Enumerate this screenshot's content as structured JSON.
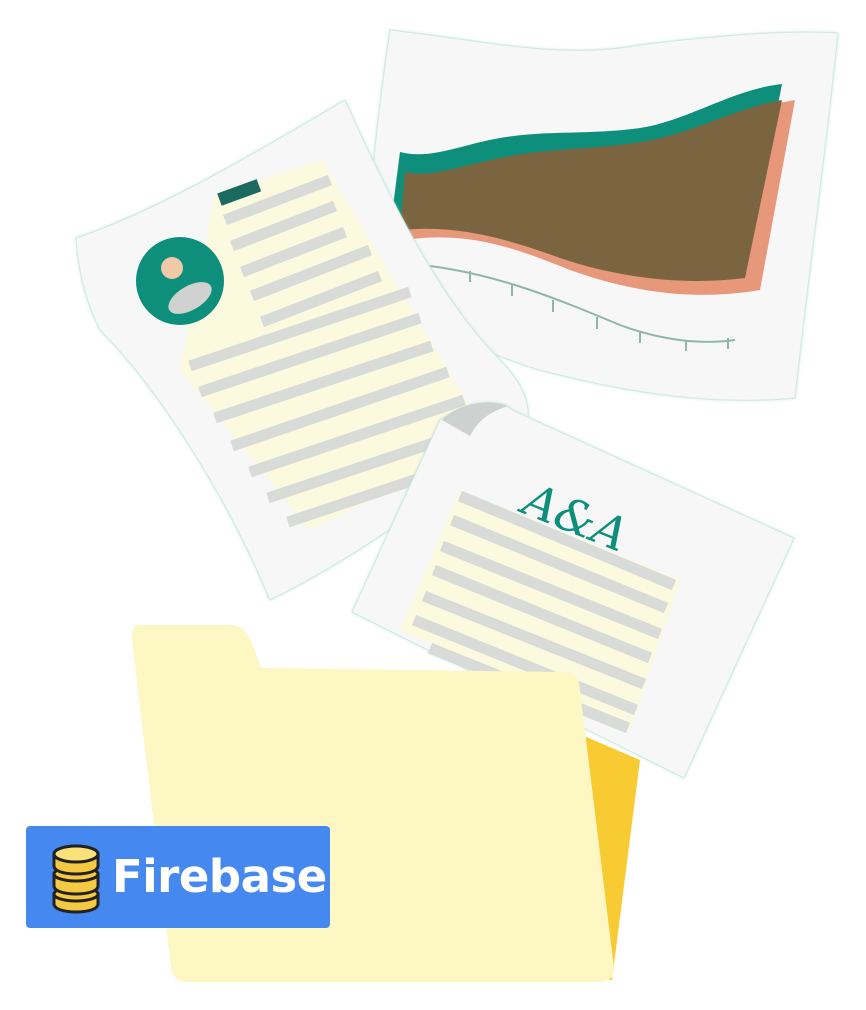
{
  "illustration": {
    "resume_page": {
      "icon": "avatar-icon"
    },
    "chart_page": {
      "icon": "area-chart-illustration"
    },
    "letter_page": {
      "logo_text": "A&A"
    },
    "folder": {
      "icon": "folder-icon"
    }
  },
  "badge": {
    "label": "Firebase",
    "icon": "database-icon",
    "background": "#4588f0"
  },
  "colors": {
    "teal": "#0b8f7c",
    "brown": "#7a6540",
    "salmon": "#e7977a",
    "folder_front": "#fdf7c3",
    "folder_back": "#f8cb33",
    "paper": "#f6f7f6",
    "text_line": "#d8dbd7",
    "highlight": "#fbf9de"
  }
}
